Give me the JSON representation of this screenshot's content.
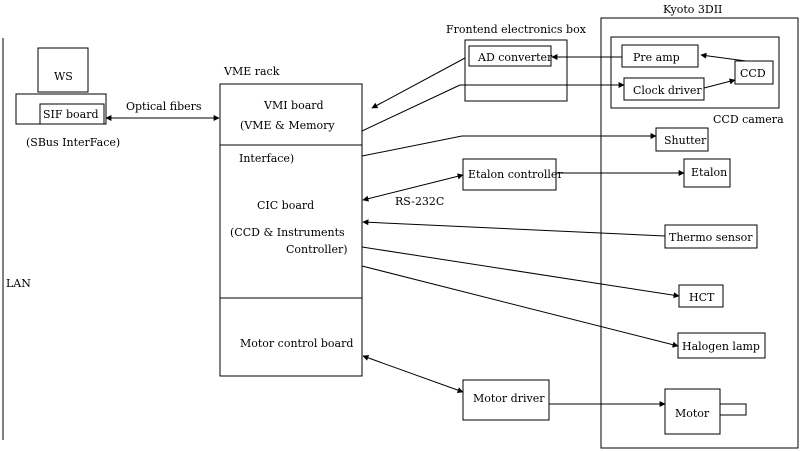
{
  "labels": {
    "ws": "WS",
    "sif_board": "SIF board",
    "sbus": "(SBus InterFace)",
    "lan": "LAN",
    "optical": "Optical fibers",
    "vme_rack": "VME rack",
    "vmi_1": "VMI board",
    "vmi_2": "(VME & Memory",
    "vmi_3": "Interface)",
    "cic_1": "CIC board",
    "cic_2": "(CCD & Instruments",
    "cic_3": "Controller)",
    "motor_board": "Motor control board",
    "frontend": "Frontend electronics box",
    "ad": "AD converter",
    "kyoto": "Kyoto 3DII",
    "preamp": "Pre amp",
    "clock": "Clock driver",
    "ccd": "CCD",
    "ccd_camera": "CCD camera",
    "shutter": "Shutter",
    "etalon_ctrl": "Etalon controller",
    "rs232": "RS-232C",
    "etalon": "Etalon",
    "thermo": "Thermo sensor",
    "hct": "HCT",
    "halogen": "Halogen lamp",
    "motor_driver": "Motor driver",
    "motor": "Motor"
  }
}
